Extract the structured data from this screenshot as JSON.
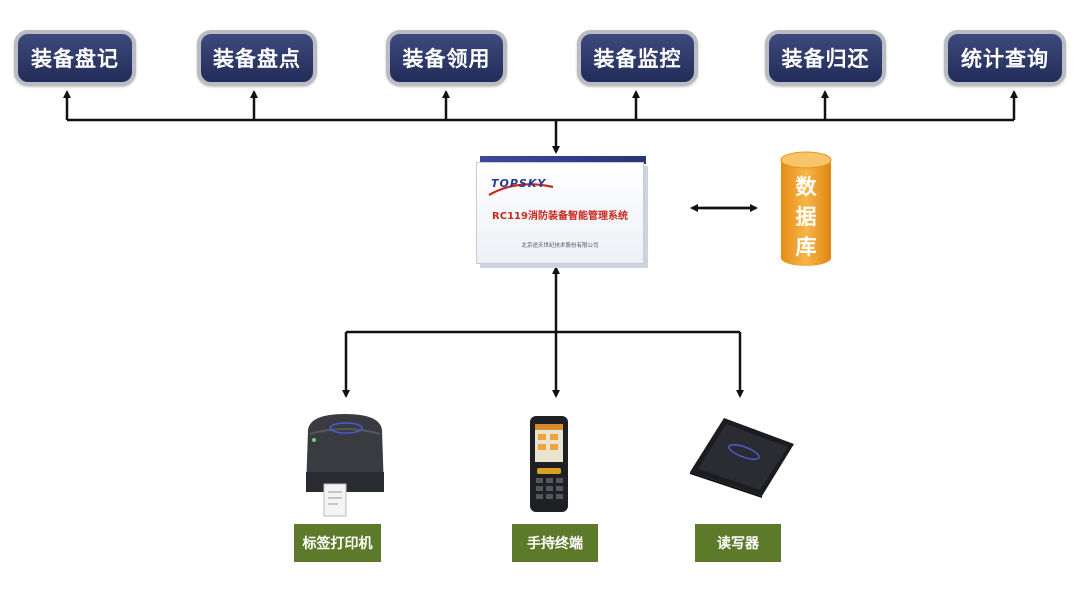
{
  "modules": [
    {
      "label": "装备盘记"
    },
    {
      "label": "装备盘点"
    },
    {
      "label": "装备领用"
    },
    {
      "label": "装备监控"
    },
    {
      "label": "装备归还"
    },
    {
      "label": "统计查询"
    }
  ],
  "system": {
    "brand": "TOPSKY",
    "title": "RC119消防装备智能管理系统",
    "company": "北京途天世纪技术股份有限公司"
  },
  "database": {
    "label_chars": [
      "数",
      "据",
      "库"
    ],
    "color": "#f0a12a"
  },
  "devices": [
    {
      "label": "标签打印机",
      "icon": "label-printer-icon"
    },
    {
      "label": "手持终端",
      "icon": "handheld-terminal-icon"
    },
    {
      "label": "读写器",
      "icon": "rfid-reader-icon"
    }
  ],
  "colors": {
    "module_bg": "#2c3566",
    "device_label_bg": "#5d7a2a",
    "title_red": "#c62a1f"
  }
}
